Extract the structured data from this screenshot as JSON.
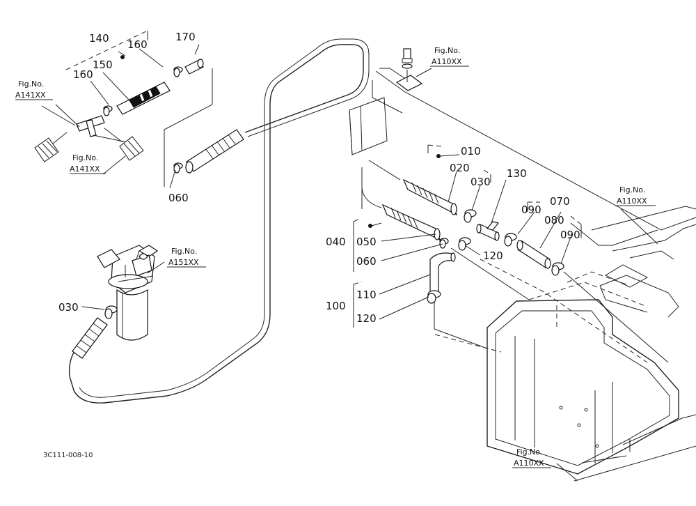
{
  "labels": {
    "p140": "140",
    "p160a": "160",
    "p170": "170",
    "p150": "150",
    "p160b": "160",
    "p060a": "060",
    "p010": "010",
    "p020": "020",
    "p030a": "030",
    "p130": "130",
    "p070": "070",
    "p090a": "090",
    "p080": "080",
    "p090b": "090",
    "p040": "040",
    "p050": "050",
    "p060b": "060",
    "p120a": "120",
    "p110": "110",
    "p100": "100",
    "p120b": "120",
    "p030b": "030"
  },
  "figrefs": {
    "a141_top": {
      "prefix": "Fig.No.",
      "code": "A141XX"
    },
    "a141_mid": {
      "prefix": "Fig.No.",
      "code": "A141XX"
    },
    "a151": {
      "prefix": "Fig.No.",
      "code": "A151XX"
    },
    "a110_top": {
      "prefix": "Fig.No.",
      "code": "A110XX"
    },
    "a110_right": {
      "prefix": "Fig.No.",
      "code": "A110XX"
    },
    "a110_bottom": {
      "prefix": "Fig.No.",
      "code": "A110XX"
    }
  },
  "drawing_code": "3C111-008-10"
}
